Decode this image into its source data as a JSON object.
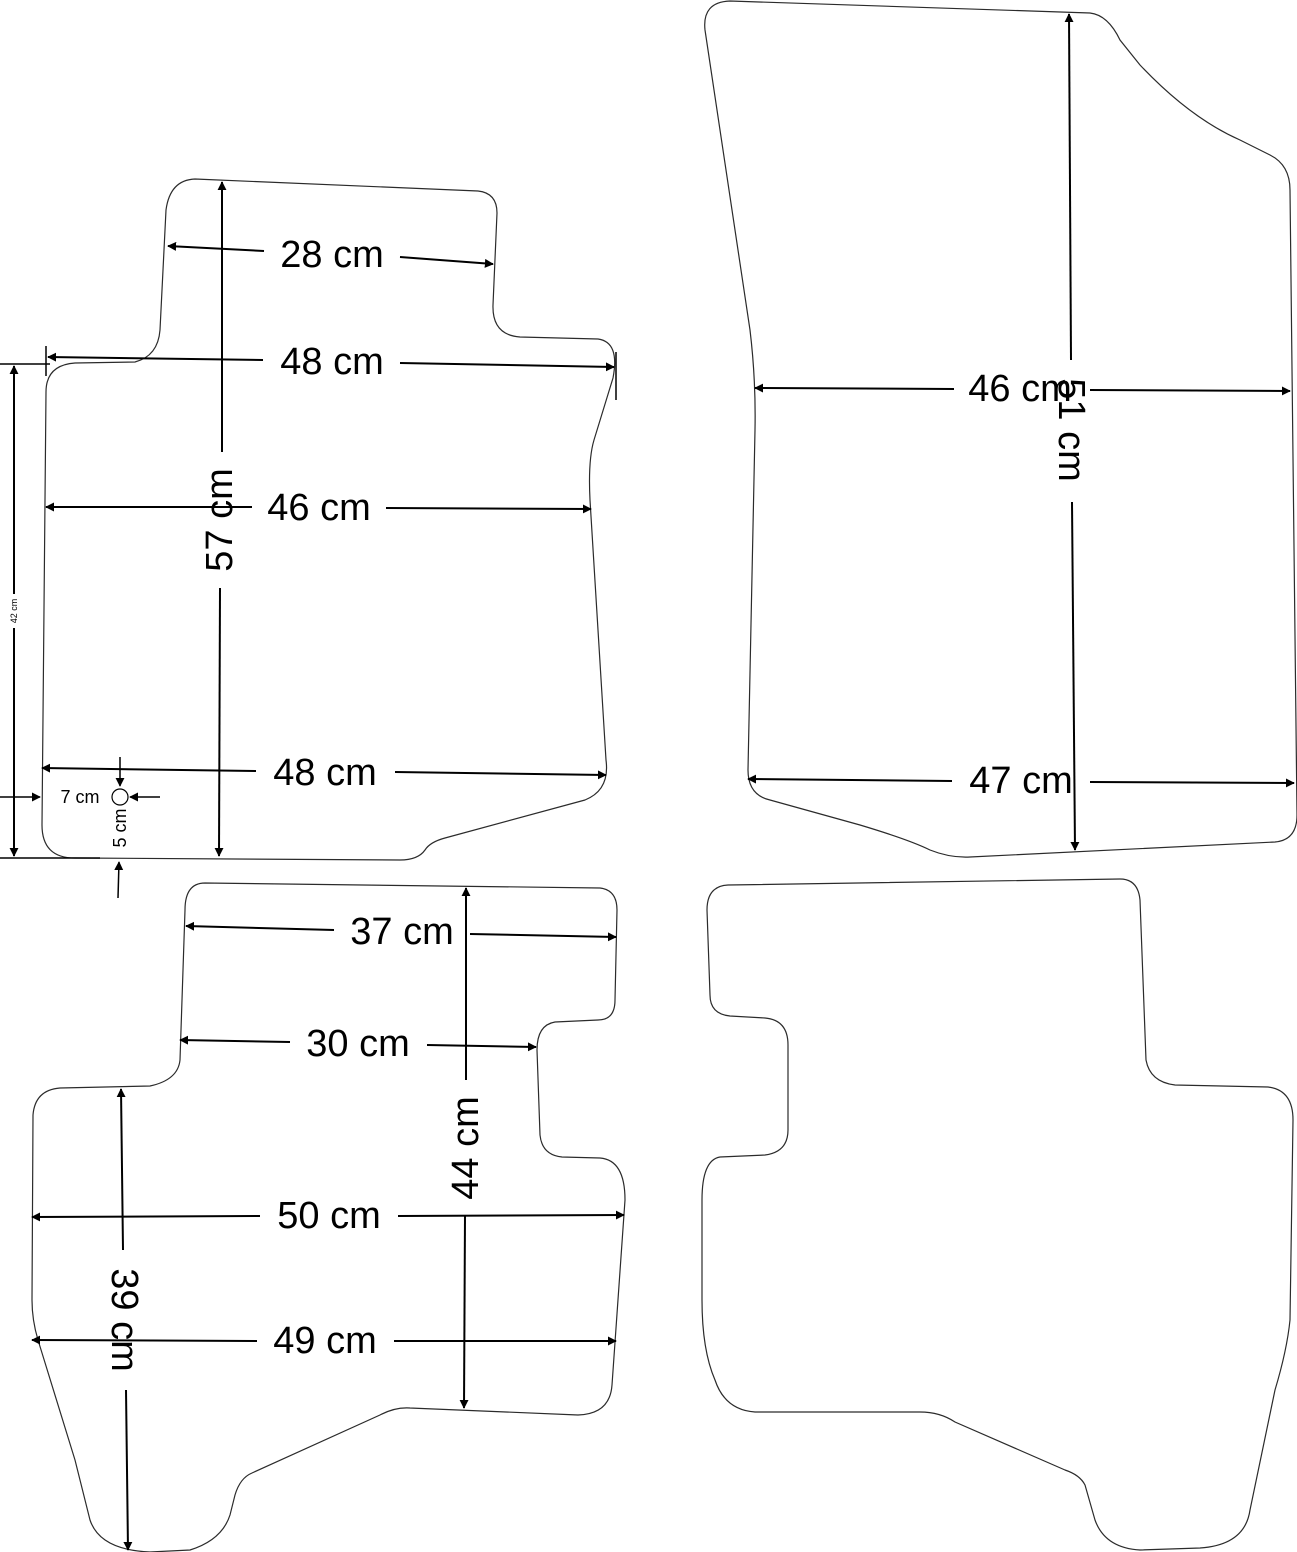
{
  "colors": {
    "outline": "#2b2b2b",
    "dimension": "#000000",
    "background": "#ffffff"
  },
  "mats": {
    "front_left": {
      "dims": {
        "top_width": "28 cm",
        "upper_width": "48 cm",
        "middle_width": "46 cm",
        "lower_width": "48 cm",
        "height": "57 cm",
        "side_height": "42 cm",
        "hole_offset_x": "7 cm",
        "hole_offset_y": "5 cm"
      }
    },
    "front_right": {
      "dims": {
        "upper_width": "46 cm",
        "lower_width": "47 cm",
        "height": "51 cm"
      }
    },
    "rear_left": {
      "dims": {
        "top_width": "37 cm",
        "upper_width": "30 cm",
        "middle_width": "50 cm",
        "lower_width": "49 cm",
        "height": "44 cm",
        "side_height": "39 cm"
      }
    },
    "rear_right": {
      "dims": {}
    }
  }
}
